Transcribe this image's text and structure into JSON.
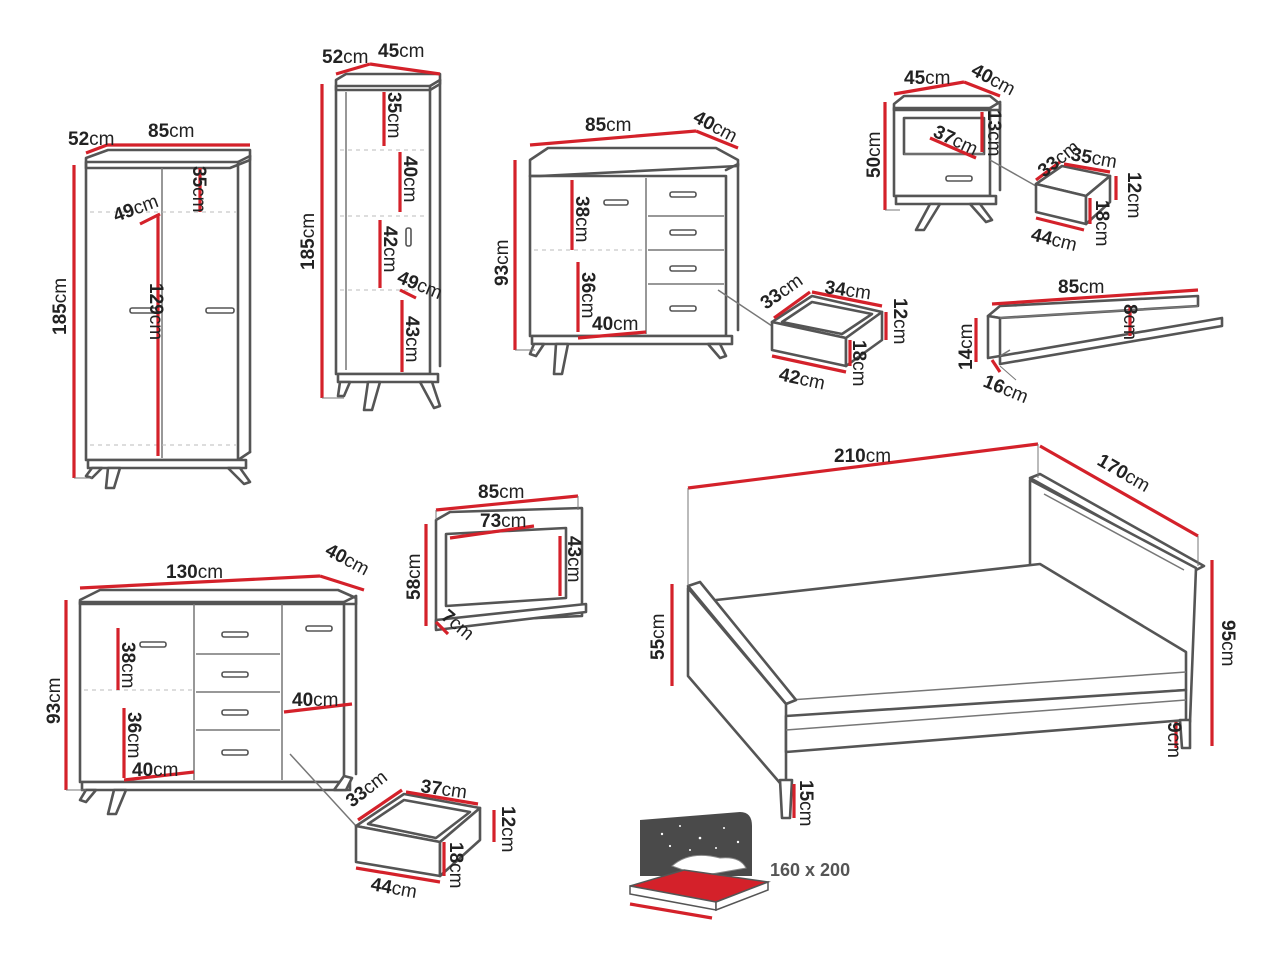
{
  "unit": "cm",
  "wardrobe": {
    "depth": "52",
    "width": "85",
    "height": "185",
    "hanger_depth": "49",
    "top_shelf": "35",
    "inner_height": "129"
  },
  "bookcase": {
    "depth": "52",
    "width": "45",
    "height": "185",
    "shelf1": "35",
    "shelf2": "40",
    "shelf3": "42",
    "shelf4": "43",
    "inner_depth": "49"
  },
  "dresser": {
    "width": "85",
    "depth": "40",
    "height": "93",
    "comp_upper": "38",
    "comp_lower": "36",
    "comp_width": "40"
  },
  "dresser_drawer": {
    "depth": "33",
    "width": "34",
    "height": "12",
    "inner_height": "18",
    "outer_width": "42"
  },
  "nightstand": {
    "width": "45",
    "depth": "40",
    "height": "50",
    "niche_depth": "37",
    "niche_height": "13"
  },
  "nightstand_drawer": {
    "depth": "33",
    "width": "35",
    "height": "12",
    "inner_height": "18",
    "outer_width": "44"
  },
  "wall_shelf": {
    "width": "85",
    "height": "14",
    "depth": "16",
    "inner": "8"
  },
  "sideboard": {
    "width": "130",
    "depth": "40",
    "height": "93",
    "comp_upper": "38",
    "comp_lower": "36",
    "comp_width": "40",
    "right_comp_width": "40"
  },
  "sideboard_drawer": {
    "depth": "33",
    "width": "37",
    "height": "12",
    "inner_height": "18",
    "outer_width": "44"
  },
  "mirror": {
    "width": "85",
    "inner_width": "73",
    "height": "58",
    "inner_height": "43",
    "shelf_depth": "7"
  },
  "bed": {
    "length": "210",
    "width": "170",
    "footboard_height": "55",
    "headboard_height": "95",
    "clearance": "9",
    "leg_height": "15"
  },
  "mattress": {
    "size": "160 x 200"
  }
}
